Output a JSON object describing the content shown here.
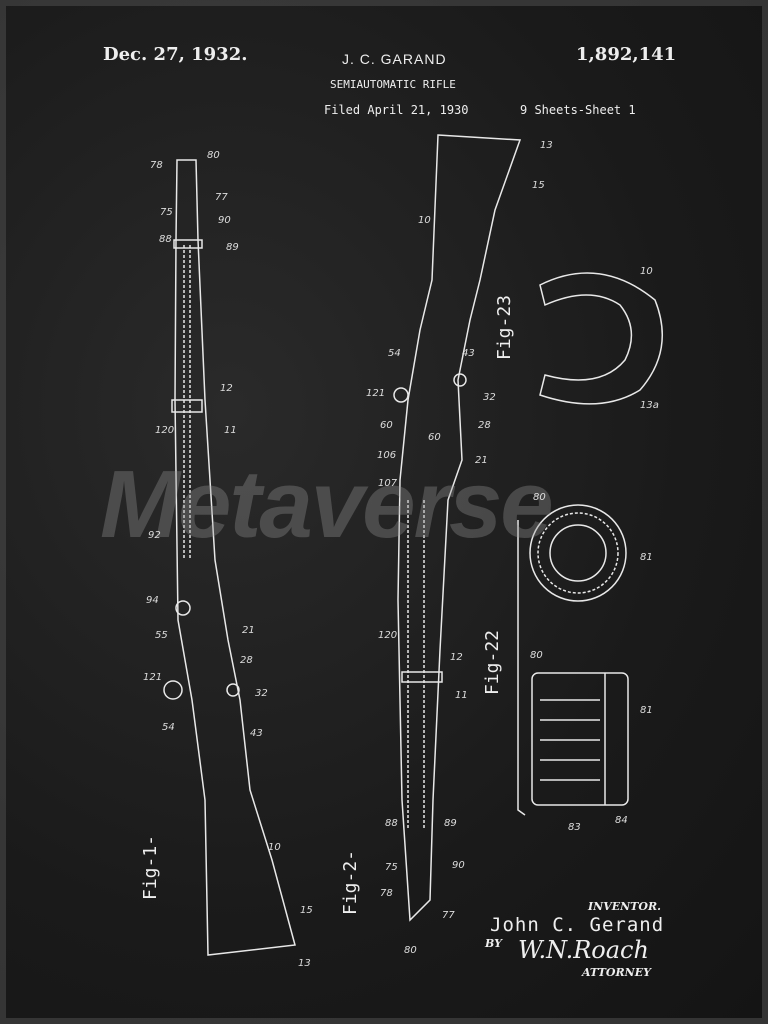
{
  "header": {
    "date": "Dec. 27, 1932.",
    "inventor_name": "J. C. GARAND",
    "patent_number": "1,892,141",
    "title": "SEMIAUTOMATIC RIFLE",
    "filed": "Filed April 21, 1930",
    "sheets": "9 Sheets-Sheet  1"
  },
  "watermark": "Metaverse",
  "figures": {
    "fig1": "Fig-1-",
    "fig2": "Fig-2-",
    "fig22": "Fig-22",
    "fig23": "Fig-23"
  },
  "refs": [
    "78",
    "80",
    "77",
    "75",
    "90",
    "88",
    "89",
    "12",
    "11",
    "120",
    "92",
    "94",
    "21",
    "55",
    "28",
    "121",
    "32",
    "54",
    "43",
    "10",
    "15",
    "13",
    "13",
    "15",
    "10",
    "54",
    "43",
    "121",
    "32",
    "60",
    "28",
    "106",
    "60",
    "21",
    "107",
    "120",
    "12",
    "11",
    "88",
    "89",
    "75",
    "90",
    "78",
    "77",
    "80",
    "10",
    "13a",
    "80",
    "81",
    "80",
    "81",
    "83",
    "84"
  ],
  "signature": {
    "inventor_label": "INVENTOR.",
    "inventor": "John C. Gerand",
    "by": "BY",
    "attorney_signature": "W.N.Roach",
    "attorney_label": "ATTORNEY"
  }
}
